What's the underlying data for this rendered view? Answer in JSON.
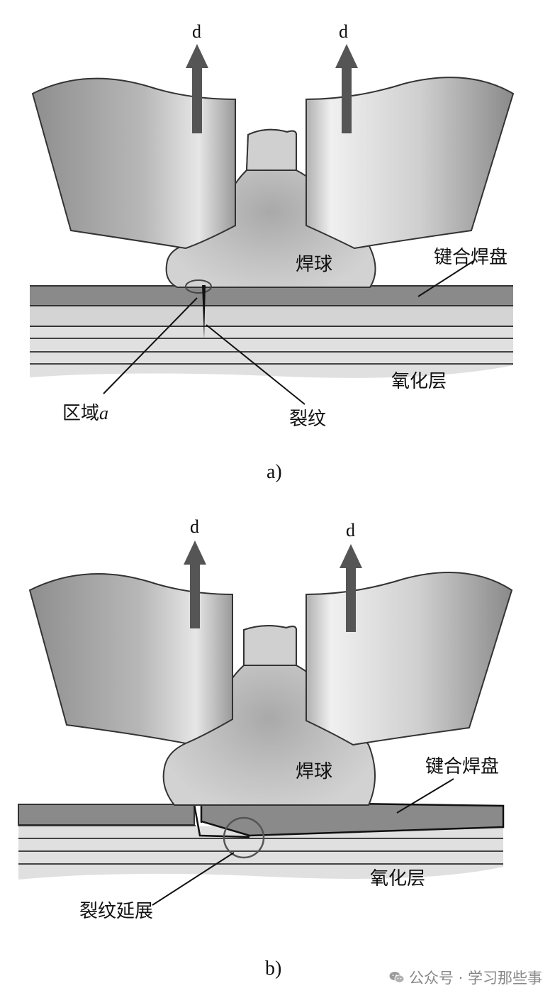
{
  "panel_a": {
    "arrow_left_label": "d",
    "arrow_right_label": "d",
    "ball_label": "焊球",
    "pad_label": "键合焊盘",
    "oxide_label": "氧化层",
    "region_label_prefix": "区域",
    "region_label_var": "a",
    "crack_label": "裂纹",
    "caption": "a)"
  },
  "panel_b": {
    "arrow_left_label": "d",
    "arrow_right_label": "d",
    "ball_label": "焊球",
    "pad_label": "键合焊盘",
    "oxide_label": "氧化层",
    "crack_ext_label": "裂纹延展",
    "caption": "b)"
  },
  "watermark": {
    "text": "公众号 · 学习那些事",
    "icon": "wechat-icon"
  }
}
